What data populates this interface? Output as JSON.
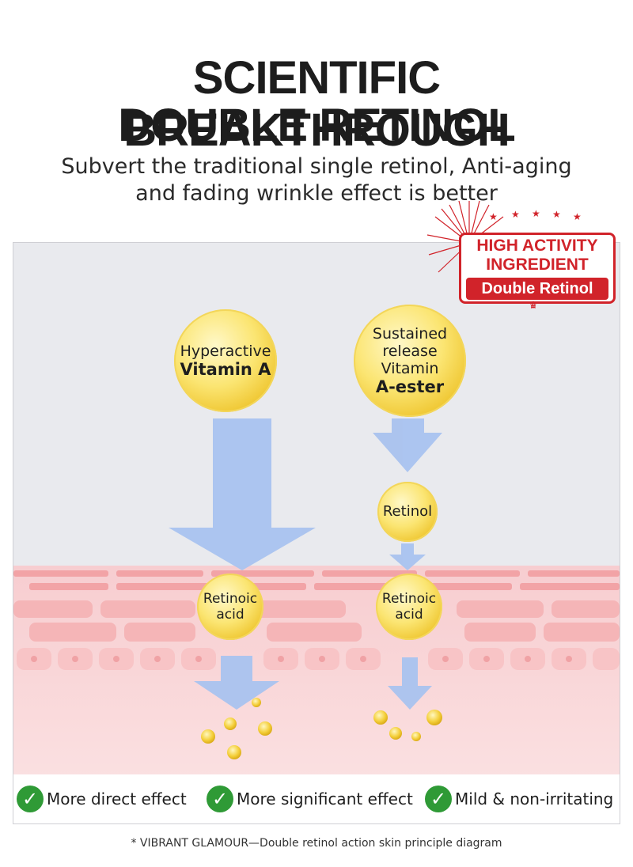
{
  "header": {
    "title_line1": "SCIENTIFIC BREAKTHROUGH",
    "title_line2": "DOUBLE RETINOL",
    "subtitle_line1": "Subvert the traditional single retinol, Anti-aging",
    "subtitle_line2": "and fading wrinkle effect is better"
  },
  "badge": {
    "line1": "HIGH ACTIVITY",
    "line2": "INGREDIENT",
    "line3": "Double Retinol",
    "icon": "crown-icon"
  },
  "diagram": {
    "left_source_line1": "Hyperactive",
    "left_source_line2": "Vitamin A",
    "right_source_line1": "Sustained",
    "right_source_line2": "release",
    "right_source_line3": "Vitamin",
    "right_source_line4": "A-ester",
    "intermediate": "Retinol",
    "left_result_line1": "Retinoic",
    "left_result_line2": "acid",
    "right_result_line1": "Retinoic",
    "right_result_line2": "acid"
  },
  "benefits": [
    {
      "label": "More direct effect",
      "icon": "check-icon"
    },
    {
      "label": "More significant effect",
      "icon": "check-icon"
    },
    {
      "label": "Mild & non-irritating",
      "icon": "check-icon"
    }
  ],
  "footnote": "* VIBRANT GLAMOUR—Double retinol action skin principle diagram",
  "colors": {
    "arrow": "#a9c3ef",
    "badge_red": "#d1232a",
    "check_green": "#2f9a36",
    "ball_yellow": "#f6d649"
  }
}
